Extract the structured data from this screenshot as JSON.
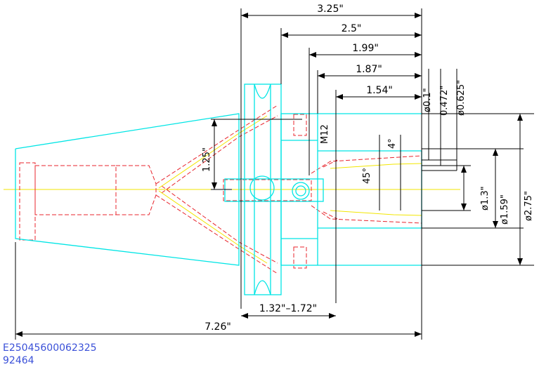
{
  "drawing": {
    "dim_overall_top": "3.25\"",
    "dim_2_5": "2.5\"",
    "dim_1_99": "1.99\"",
    "dim_1_87": "1.87\"",
    "dim_1_54": "1.54\"",
    "dim_phi_0_1": "ø0.1\"",
    "dim_0_472": "0.472\"",
    "dim_phi_0_625": "ø0.625\"",
    "thread": "M12",
    "dim_1_25": "1.25\"",
    "angle_4": "4°",
    "angle_45": "45°",
    "dim_phi_1_3": "ø1.3\"",
    "dim_phi_1_59": "ø1.59\"",
    "dim_phi_2_75": "ø2.75\"",
    "dim_range": "1.32\"–1.72\"",
    "dim_overall_bottom": "7.26\"",
    "part_code": "E25045600062325",
    "part_number": "92464"
  },
  "colors": {
    "outline": "#00e5e5",
    "hidden": "#e8242c",
    "center": "#f2e600",
    "dimension": "#000000",
    "label": "#3a50d8"
  }
}
